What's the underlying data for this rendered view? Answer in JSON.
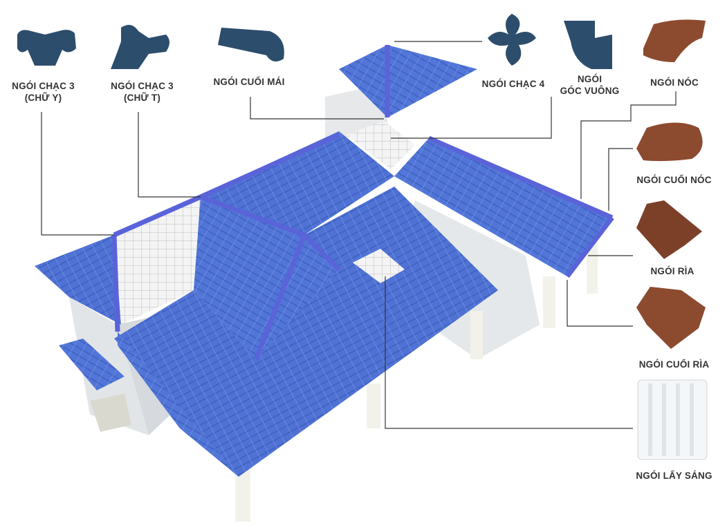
{
  "colors": {
    "roof": "#4f72d4",
    "ridge": "#5a63d8",
    "wall": "#e9ecef",
    "tile_dark": "#2d4d6c",
    "tile_brown": "#8c4a2f",
    "line": "#333333"
  },
  "labels": {
    "chac3_y": {
      "line1": "NGÓI CHẠC 3",
      "line2": "(CHỮ Y)"
    },
    "chac3_t": {
      "line1": "NGÓI CHẠC 3",
      "line2": "(CHỮ T)"
    },
    "cuoi_mai": "NGÓI CUỐI MÁI",
    "chac4": "NGÓI CHẠC 4",
    "goc_vuong": {
      "line1": "NGÓI",
      "line2": "GÓC VUÔNG"
    },
    "noc": "NGÓI NÓC",
    "cuoi_noc": "NGÓI CUỐI NÓC",
    "ria": "NGÓI RÌA",
    "cuoi_ria": "NGÓI CUỐI RÌA",
    "lay_sang": "NGÓI LẤY SÁNG"
  }
}
